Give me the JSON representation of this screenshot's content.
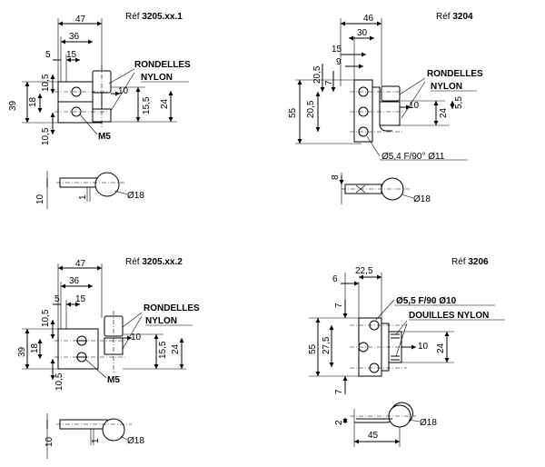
{
  "d1": {
    "ref_prefix": "Réf",
    "ref_code": "3205.xx.1",
    "label_rondelles": "RONDELLES",
    "label_nylon": "NYLON",
    "label_screw": "M5",
    "label_diam": "Ø18",
    "dims": [
      "47",
      "36",
      "15",
      "5",
      "10,5",
      "39",
      "18",
      "10,5",
      "10",
      "15,5",
      "24",
      "10",
      "1"
    ]
  },
  "d2": {
    "ref_prefix": "Réf",
    "ref_code": "3204",
    "label_rondelles": "RONDELLES",
    "label_nylon": "NYLON",
    "label_hole": "Ø5,4 F/90° Ø11",
    "label_diam": "Ø18",
    "dims": [
      "46",
      "30",
      "15",
      "9",
      "20,5",
      "7",
      "55",
      "20,5",
      "10",
      "5,5",
      "24",
      "8"
    ]
  },
  "d3": {
    "ref_prefix": "Réf",
    "ref_code": "3205.xx.2",
    "label_rondelles": "RONDELLES",
    "label_nylon": "NYLON",
    "label_screw": "M5",
    "label_diam": "Ø18",
    "dims": [
      "47",
      "36",
      "15",
      "5",
      "10,5",
      "39",
      "18",
      "10,5",
      "10",
      "15,5",
      "24",
      "10",
      "1"
    ]
  },
  "d4": {
    "ref_prefix": "Réf",
    "ref_code": "3206",
    "label_hole": "Ø5,5 F/90 Ø10",
    "label_douilles": "DOUILLES NYLON",
    "label_diam": "Ø18",
    "dims": [
      "6",
      "22,5",
      "7",
      "27,5",
      "55",
      "7",
      "10",
      "24",
      "2",
      "45"
    ]
  }
}
